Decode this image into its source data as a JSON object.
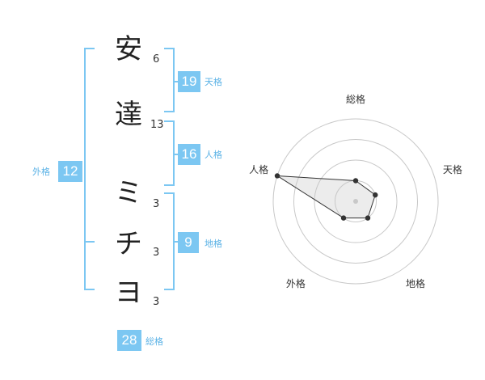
{
  "name": {
    "chars": [
      {
        "char": "安",
        "strokes": "6"
      },
      {
        "char": "達",
        "strokes": "13"
      },
      {
        "char": "ミ",
        "strokes": "3"
      },
      {
        "char": "チ",
        "strokes": "3"
      },
      {
        "char": "ヨ",
        "strokes": "3"
      }
    ]
  },
  "fortune": {
    "tenkaku": {
      "value": "19",
      "label": "天格"
    },
    "jinkaku": {
      "value": "16",
      "label": "人格"
    },
    "chikaku": {
      "value": "9",
      "label": "地格"
    },
    "gaikaku": {
      "value": "12",
      "label": "外格"
    },
    "soukaku": {
      "value": "28",
      "label": "総格"
    }
  },
  "colors": {
    "accent": "#7cc7f2",
    "label": "#5bb2e6"
  },
  "chart_data": {
    "type": "radar",
    "axes": [
      "総格",
      "天格",
      "地格",
      "外格",
      "人格"
    ],
    "values": [
      1,
      1,
      1,
      1,
      4
    ],
    "max": 4,
    "rings": 4
  }
}
